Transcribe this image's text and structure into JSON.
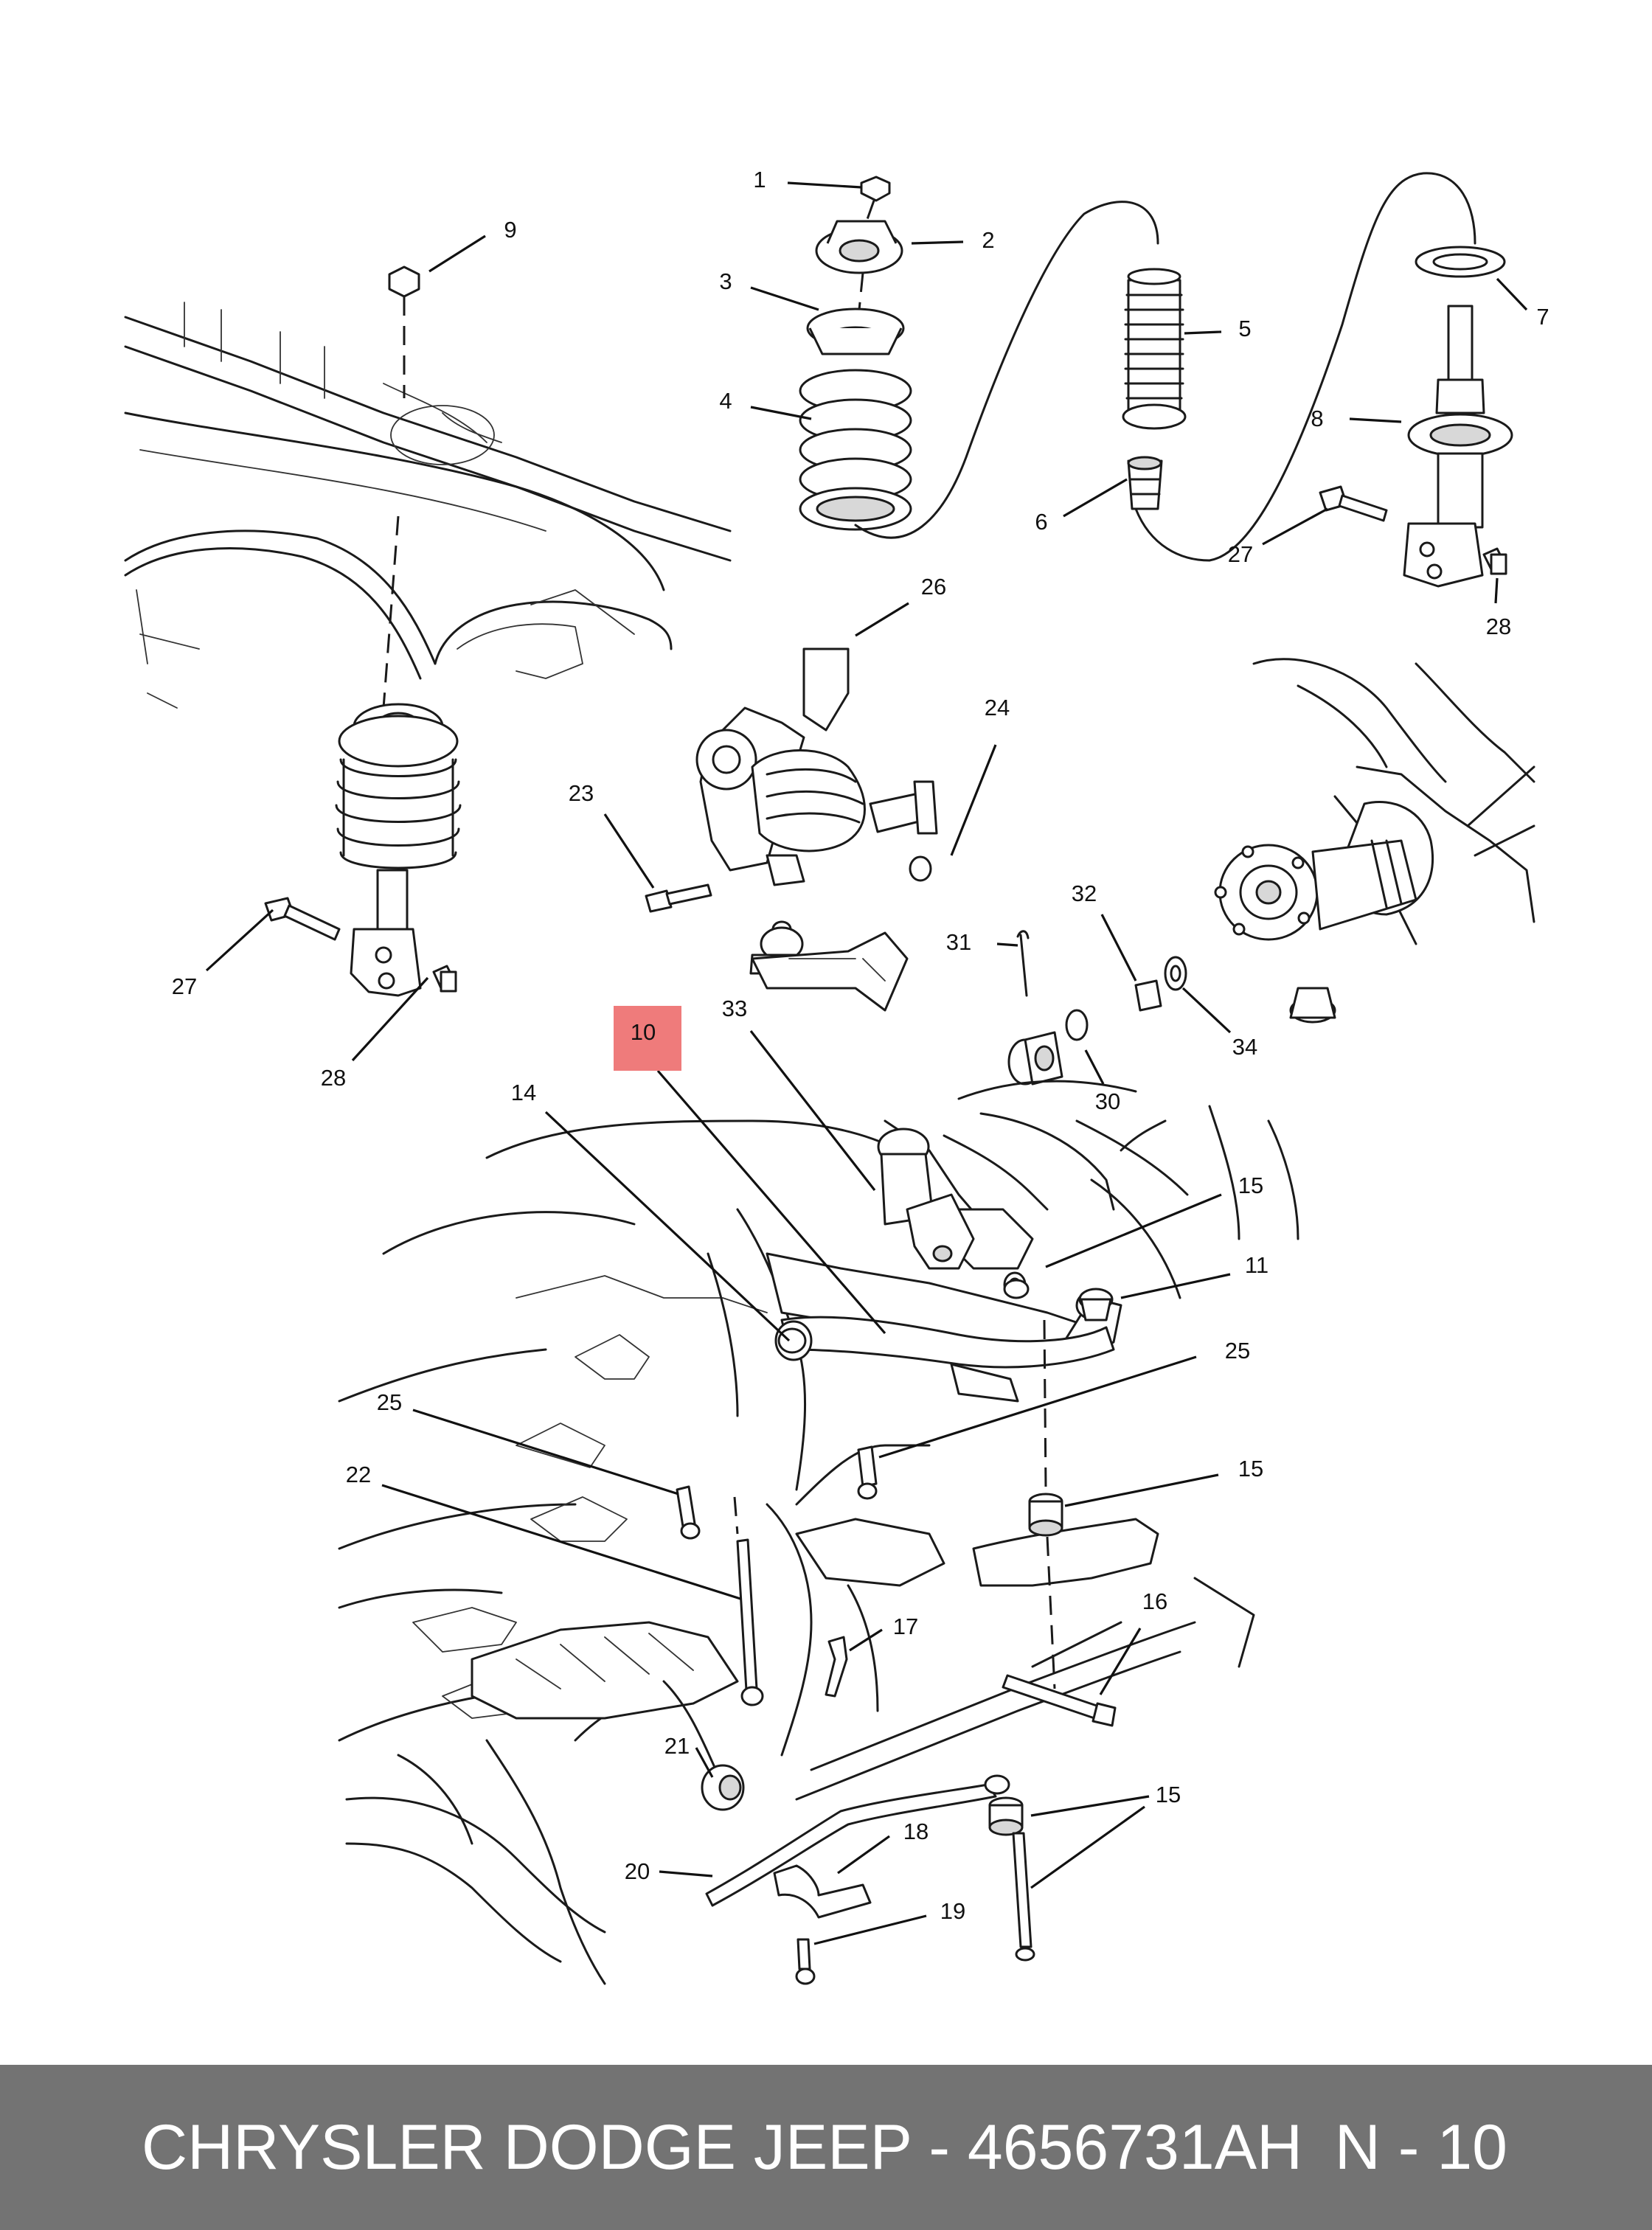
{
  "footer": {
    "part_text": "CHRYSLER DODGE JEEP - 4656731AH",
    "page_ref": "N - 10"
  },
  "highlight_color": "#ef7b7b",
  "callouts": {
    "c1": "1",
    "c2": "2",
    "c3": "3",
    "c4": "4",
    "c5": "5",
    "c6": "6",
    "c7": "7",
    "c8": "8",
    "c9": "9",
    "c10": "10",
    "c11": "11",
    "c14": "14",
    "c15a": "15",
    "c15b": "15",
    "c15c": "15",
    "c16": "16",
    "c17": "17",
    "c18": "18",
    "c19": "19",
    "c20": "20",
    "c21": "21",
    "c22": "22",
    "c23": "23",
    "c24": "24",
    "c25a": "25",
    "c25b": "25",
    "c26": "26",
    "c27a": "27",
    "c27b": "27",
    "c28a": "28",
    "c28b": "28",
    "c30": "30",
    "c31": "31",
    "c32": "32",
    "c33": "33",
    "c34": "34"
  }
}
